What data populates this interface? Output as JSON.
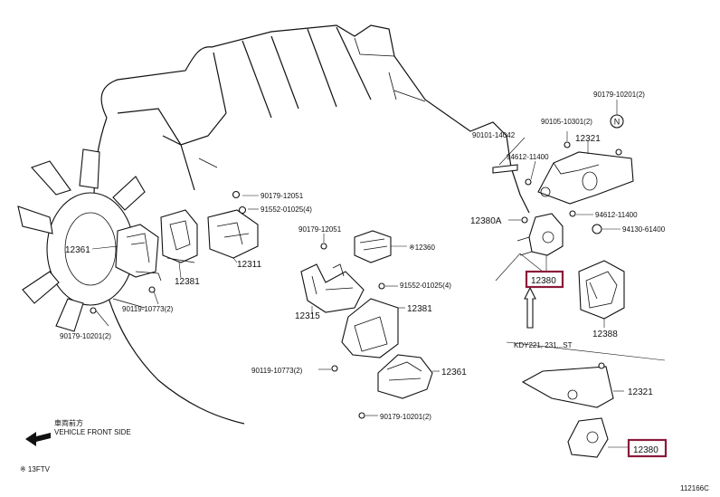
{
  "labels": {
    "l12361_left": "12361",
    "l12381_left": "12381",
    "l12311": "12311",
    "l90179_12051_top": "90179-12051",
    "l91552_01025_top": "91552-01025(4)",
    "l90179_12051_mid": "90179-12051",
    "l12360": "※12360",
    "l91552_01025_mid": "91552-01025(4)",
    "l12315": "12315",
    "l12381_mid": "12381",
    "l90119_10773_left": "90119-10773(2)",
    "l90179_10201_left": "90179-10201(2)",
    "l90119_10773_mid": "90119-10773(2)",
    "l12361_mid": "12361",
    "l90179_10201_mid": "90179-10201(2)",
    "l90179_10201_right": "90179-10201(2)",
    "l90105_10301": "90105-10301(2)",
    "l90101_14042": "90101-14042",
    "l12321_top": "12321",
    "l94612_11400_top": "94612-11400",
    "l94612_11400_right": "94612-11400",
    "l94130_61400": "94130-61400",
    "l12380A": "12380A",
    "l12380_top": "12380",
    "l12388": "12388",
    "l_kdy221": "KDY221, 231...ST",
    "l12321_bottom": "12321",
    "l12380_bottom": "12380",
    "front_jp": "車両前方",
    "front_en": "VEHICLE FRONT SIDE",
    "legend_note": "※  13FTV",
    "diagram_id": "112166C"
  },
  "callout_markers": {
    "n_marker": "N"
  },
  "colors": {
    "highlight": "#8b1a3a",
    "line": "#111111"
  }
}
